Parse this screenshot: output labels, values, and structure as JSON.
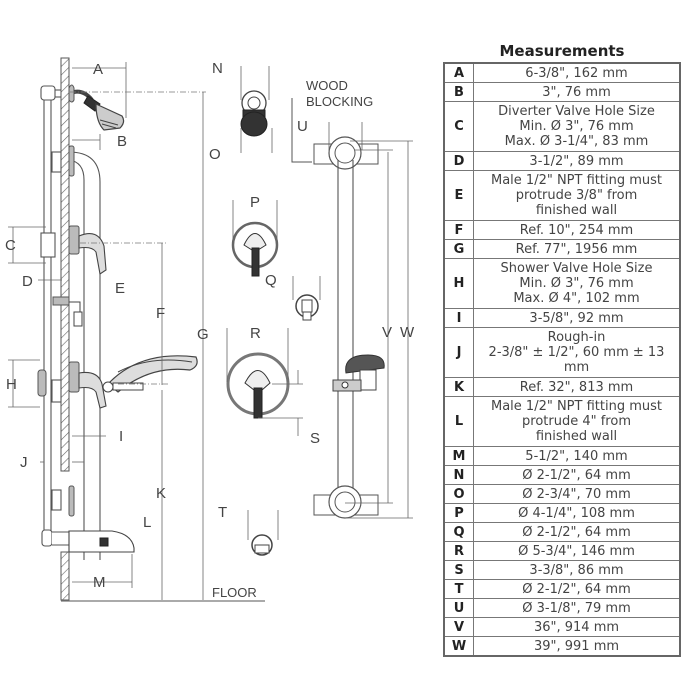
{
  "measurements": {
    "title": "Measurements",
    "rows": [
      {
        "key": "A",
        "value": "6-3/8\", 162 mm"
      },
      {
        "key": "B",
        "value": "3\", 76 mm"
      },
      {
        "key": "C",
        "value": "Diverter Valve Hole Size\nMin. Ø 3\", 76 mm\nMax. Ø 3-1/4\", 83 mm"
      },
      {
        "key": "D",
        "value": "3-1/2\", 89 mm"
      },
      {
        "key": "E",
        "value": "Male 1/2\" NPT fitting must\nprotrude 3/8\" from\nfinished wall"
      },
      {
        "key": "F",
        "value": "Ref. 10\", 254 mm"
      },
      {
        "key": "G",
        "value": "Ref. 77\", 1956 mm"
      },
      {
        "key": "H",
        "value": "Shower Valve Hole Size\nMin. Ø 3\", 76 mm\nMax. Ø 4\", 102 mm"
      },
      {
        "key": "I",
        "value": "3-5/8\", 92 mm"
      },
      {
        "key": "J",
        "value": "Rough-in\n2-3/8\" ± 1/2\", 60 mm ± 13\nmm"
      },
      {
        "key": "K",
        "value": "Ref. 32\", 813 mm"
      },
      {
        "key": "L",
        "value": "Male 1/2\" NPT fitting must\nprotrude 4\" from\nfinished wall"
      },
      {
        "key": "M",
        "value": "5-1/2\", 140 mm"
      },
      {
        "key": "N",
        "value": "Ø 2-1/2\", 64 mm"
      },
      {
        "key": "O",
        "value": "Ø 2-3/4\", 70 mm"
      },
      {
        "key": "P",
        "value": "Ø 4-1/4\", 108 mm"
      },
      {
        "key": "Q",
        "value": "Ø 2-1/2\", 64 mm"
      },
      {
        "key": "R",
        "value": "Ø 5-3/4\", 146 mm"
      },
      {
        "key": "S",
        "value": "3-3/8\", 86 mm"
      },
      {
        "key": "T",
        "value": "Ø 2-1/2\", 64 mm"
      },
      {
        "key": "U",
        "value": "Ø 3-1/8\", 79 mm"
      },
      {
        "key": "V",
        "value": "36\", 914 mm"
      },
      {
        "key": "W",
        "value": "39\", 991 mm"
      }
    ]
  },
  "diagram": {
    "labels": {
      "A": "A",
      "B": "B",
      "C": "C",
      "D": "D",
      "E": "E",
      "F": "F",
      "G": "G",
      "H": "H",
      "I": "I",
      "J": "J",
      "K": "K",
      "L": "L",
      "M": "M",
      "N": "N",
      "O": "O",
      "P": "P",
      "Q": "Q",
      "R": "R",
      "S": "S",
      "T": "T",
      "U": "U",
      "V": "V",
      "W": "W"
    },
    "wood_blocking_line1": "WOOD",
    "wood_blocking_line2": "BLOCKING",
    "floor": "FLOOR"
  }
}
